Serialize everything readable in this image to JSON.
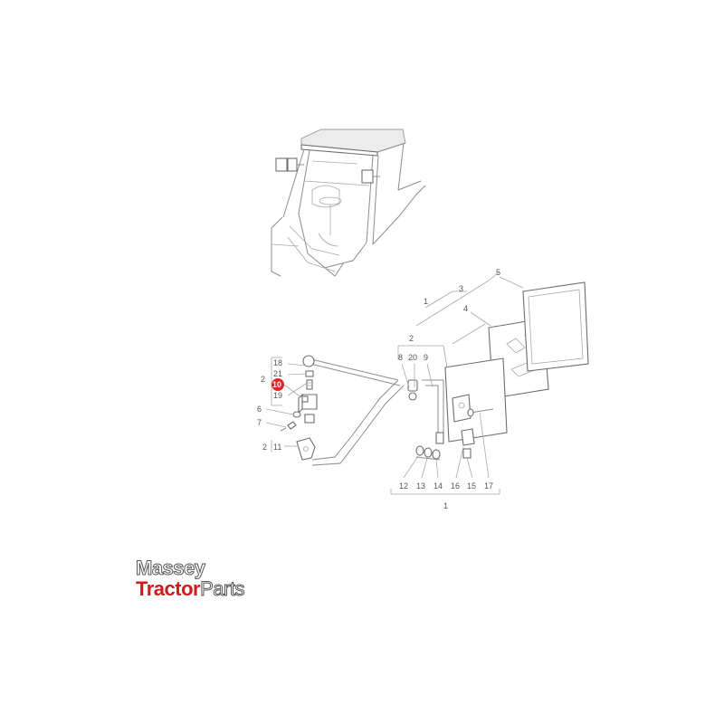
{
  "diagram": {
    "accent_color": "#d9262b",
    "highlighted_callout": "10",
    "callouts": {
      "c18": "18",
      "c21": "21",
      "c2a": "2",
      "c10": "10",
      "c19": "19",
      "c6": "6",
      "c7": "7",
      "c2b": "2",
      "c11": "11",
      "c1a": "1",
      "c3": "3",
      "c5": "5",
      "c4": "4",
      "c2c": "2",
      "c8": "8",
      "c20": "20",
      "c9": "9",
      "c12": "12",
      "c13": "13",
      "c14": "14",
      "c16": "16",
      "c15": "15",
      "c17": "17",
      "c1b": "1"
    }
  },
  "logo": {
    "line1": "Massey",
    "line2_red": "Tractor",
    "line2_grey": "Parts",
    "red_color": "#d01b1b",
    "outline_color": "#555555"
  }
}
